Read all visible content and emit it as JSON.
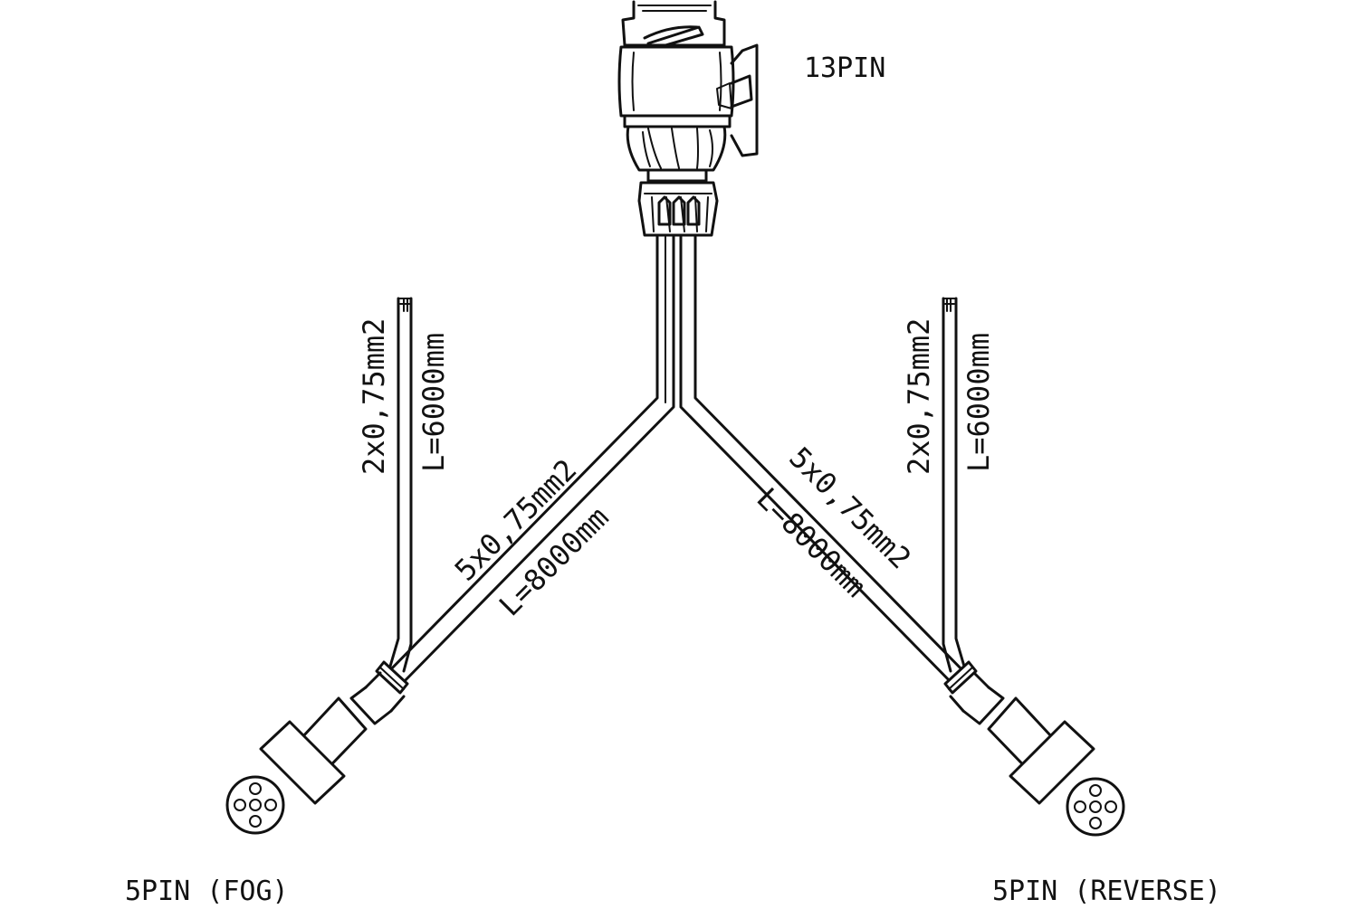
{
  "diagram": {
    "connectors": {
      "main": {
        "label": "13PIN"
      },
      "left": {
        "label": "5PIN (FOG)"
      },
      "right": {
        "label": "5PIN (REVERSE)"
      }
    },
    "cables": {
      "left_main": {
        "section": "5x0,75mm2",
        "length": "L=8000mm"
      },
      "right_main": {
        "section": "5x0,75mm2",
        "length": "L=8000mm"
      },
      "left_branch": {
        "section": "2x0,75mm2",
        "length": "L=6000mm"
      },
      "right_branch": {
        "section": "2x0,75mm2",
        "length": "L=6000mm"
      }
    },
    "colors": {
      "line": "#111111",
      "background": "#ffffff"
    }
  }
}
